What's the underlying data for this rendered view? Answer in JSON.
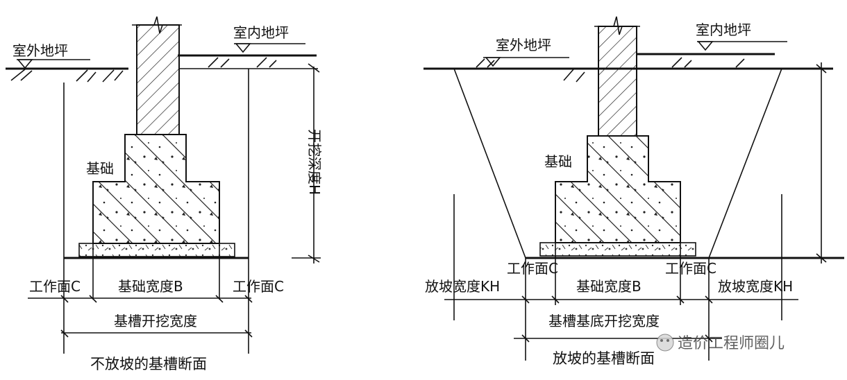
{
  "left": {
    "outdoor_ground": "室外地坪",
    "indoor_ground": "室内地坪",
    "foundation": "基础",
    "depth": "开挖深度H",
    "work_face_left": "工作面C",
    "foundation_width": "基础宽度B",
    "work_face_right": "工作面C",
    "trench_width": "基槽开挖宽度",
    "caption": "不放坡的基槽断面"
  },
  "right": {
    "outdoor_ground": "室外地坪",
    "indoor_ground": "室内地坪",
    "foundation": "基础",
    "work_face_left": "工作面C",
    "work_face_right": "工作面C",
    "slope_width_left": "放坡宽度KH",
    "foundation_width": "基础宽度B",
    "slope_width_right": "放坡宽度KH",
    "trench_bottom_width": "基槽基底开挖宽度",
    "caption": "放坡的基槽断面"
  },
  "watermark": "造价工程师圈儿"
}
